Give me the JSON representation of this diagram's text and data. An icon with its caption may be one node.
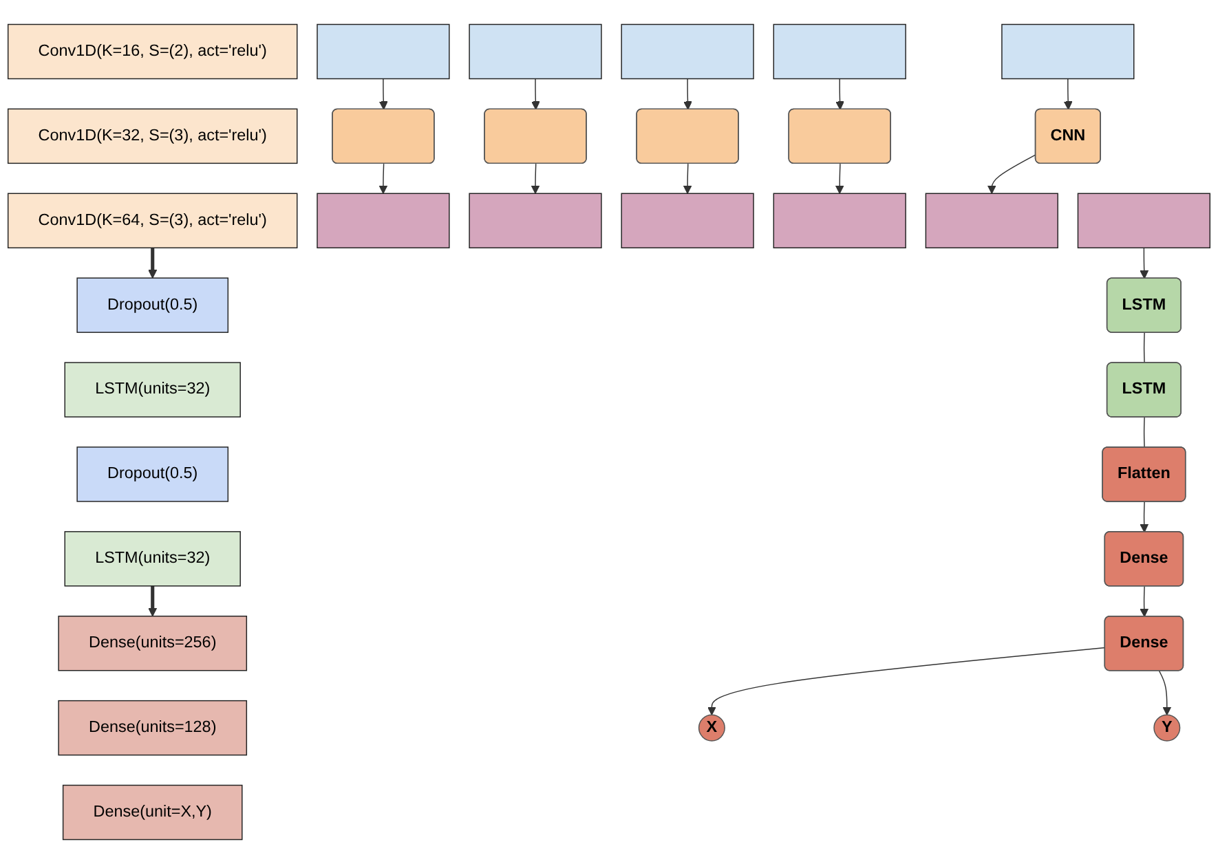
{
  "diagram": {
    "nodes": [
      {
        "text": [
          "Conv1D(K=16, S=(2), act='relu')"
        ]
      },
      {
        "text": [
          "Conv1D(K=32, S=(3), act='relu')"
        ]
      },
      {
        "text": [
          "Conv1D(K=64, S=(3), act='relu')"
        ]
      },
      {
        "text": [
          "Dropout(0.5)"
        ]
      },
      {
        "text": [
          "LSTM(units=32)"
        ]
      },
      {
        "text": [
          "Dropout(0.5)"
        ]
      },
      {
        "text": [
          "LSTM(units=32)"
        ]
      },
      {
        "text": [
          "Dense(units=256)"
        ]
      },
      {
        "text": [
          "Dense(units=128)"
        ]
      },
      {
        "text": [
          "Dense(unit=X,Y)"
        ]
      },
      {
        "text": [],
        "shape": "box"
      },
      {
        "text": [],
        "shape": "box"
      },
      {
        "text": [],
        "shape": "box"
      },
      {
        "text": [],
        "shape": "box"
      },
      {
        "text": [],
        "shape": "box"
      },
      {
        "text": [],
        "shape": "box"
      },
      {
        "text": [],
        "shape": "box"
      },
      {
        "text": [],
        "shape": "box"
      },
      {
        "text": [],
        "shape": "box"
      },
      {
        "text": [
          "CNN"
        ]
      },
      {
        "text": [],
        "shape": "box"
      },
      {
        "text": [],
        "shape": "box"
      },
      {
        "text": [],
        "shape": "box"
      },
      {
        "text": [],
        "shape": "box"
      },
      {
        "text": [],
        "shape": "box"
      },
      {
        "text": [],
        "shape": "box"
      },
      {
        "text": [
          "LSTM"
        ]
      },
      {
        "text": [
          "LSTM"
        ]
      },
      {
        "text": [
          "Flatten"
        ]
      },
      {
        "text": [
          "Dense"
        ]
      },
      {
        "text": [
          "Dense"
        ]
      },
      {
        "text": [
          "X"
        ]
      },
      {
        "text": [
          "Y"
        ]
      }
    ],
    "edges": [
      {
        "from": 2,
        "to": 3,
        "arrow": "to",
        "style": "thick"
      },
      {
        "from": 6,
        "to": 7,
        "arrow": "to",
        "style": "thick"
      },
      {
        "from": 10,
        "to": 15,
        "arrow": "to"
      },
      {
        "from": 11,
        "to": 16,
        "arrow": "to"
      },
      {
        "from": 12,
        "to": 17,
        "arrow": "to"
      },
      {
        "from": 13,
        "to": 18,
        "arrow": "to"
      },
      {
        "from": 14,
        "to": 19,
        "arrow": "to"
      },
      {
        "from": 15,
        "to": 20,
        "arrow": "to"
      },
      {
        "from": 16,
        "to": 21,
        "arrow": "to"
      },
      {
        "from": 17,
        "to": 22,
        "arrow": "to"
      },
      {
        "from": 18,
        "to": 23,
        "arrow": "to"
      },
      {
        "from": 19,
        "to": 24,
        "arrow": "to"
      },
      {
        "from": 25,
        "to": 26,
        "arrow": "to"
      },
      {
        "from": 26,
        "to": 27,
        "arrow": "none"
      },
      {
        "from": 27,
        "to": 28,
        "arrow": "none"
      },
      {
        "from": 28,
        "to": 29,
        "arrow": "to"
      },
      {
        "from": 29,
        "to": 30,
        "arrow": "to"
      },
      {
        "from": 30,
        "to": 31,
        "arrow": "to"
      },
      {
        "from": 30,
        "to": 32,
        "arrow": "to"
      }
    ]
  }
}
